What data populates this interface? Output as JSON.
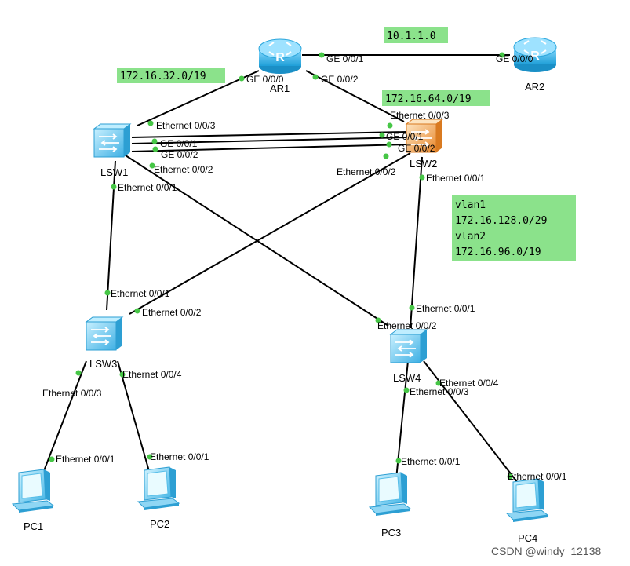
{
  "devices": {
    "ar1": "AR1",
    "ar2": "AR2",
    "lsw1": "LSW1",
    "lsw2": "LSW2",
    "lsw3": "LSW3",
    "lsw4": "LSW4",
    "pc1": "PC1",
    "pc2": "PC2",
    "pc3": "PC3",
    "pc4": "PC4"
  },
  "networks": {
    "wan": "10.1.1.0",
    "ar1_lsw1": "172.16.32.0/19",
    "ar1_lsw2": "172.16.64.0/19",
    "vlan_lines": [
      "vlan1",
      "172.16.128.0/29",
      "vlan2",
      "172.16.96.0/19"
    ]
  },
  "ports": {
    "ar1_ge001": "GE 0/0/1",
    "ar1_ge000": "GE 0/0/0",
    "ar1_ge002": "GE 0/0/2",
    "ar2_ge000": "GE 0/0/0",
    "lsw1_e003": "Ethernet 0/0/3",
    "lsw1_ge001": "GE 0/0/1",
    "lsw1_ge002": "GE 0/0/2",
    "lsw1_e002": "Ethernet 0/0/2",
    "lsw1_e001": "Ethernet 0/0/1",
    "lsw2_e003": "Ethernet 0/0/3",
    "lsw2_ge001": "GE 0/0/1",
    "lsw2_ge002": "GE 0/0/2",
    "lsw2_e002": "Ethernet 0/0/2",
    "lsw2_e001": "Ethernet 0/0/1",
    "lsw3_e001": "Ethernet 0/0/1",
    "lsw3_e002": "Ethernet 0/0/2",
    "lsw3_e003": "Ethernet 0/0/3",
    "lsw3_e004": "Ethernet 0/0/4",
    "lsw4_e001": "Ethernet 0/0/1",
    "lsw4_e002": "Ethernet 0/0/2",
    "lsw4_e004": "Ethernet 0/0/4",
    "lsw4_e003": "Ethernet 0/0/3",
    "pc1_e001": "Ethernet 0/0/1",
    "pc2_e001": "Ethernet 0/0/1",
    "pc3_e001": "Ethernet 0/0/1",
    "pc4_e001": "Ethernet 0/0/1"
  },
  "colors": {
    "label_box": "#8be28b",
    "router": "#3fb7ea",
    "switch": "#56c6f0",
    "core_switch": "#f2a04a",
    "port_dot": "#46c646",
    "link": "#000000"
  },
  "watermark": "CSDN @windy_12138"
}
